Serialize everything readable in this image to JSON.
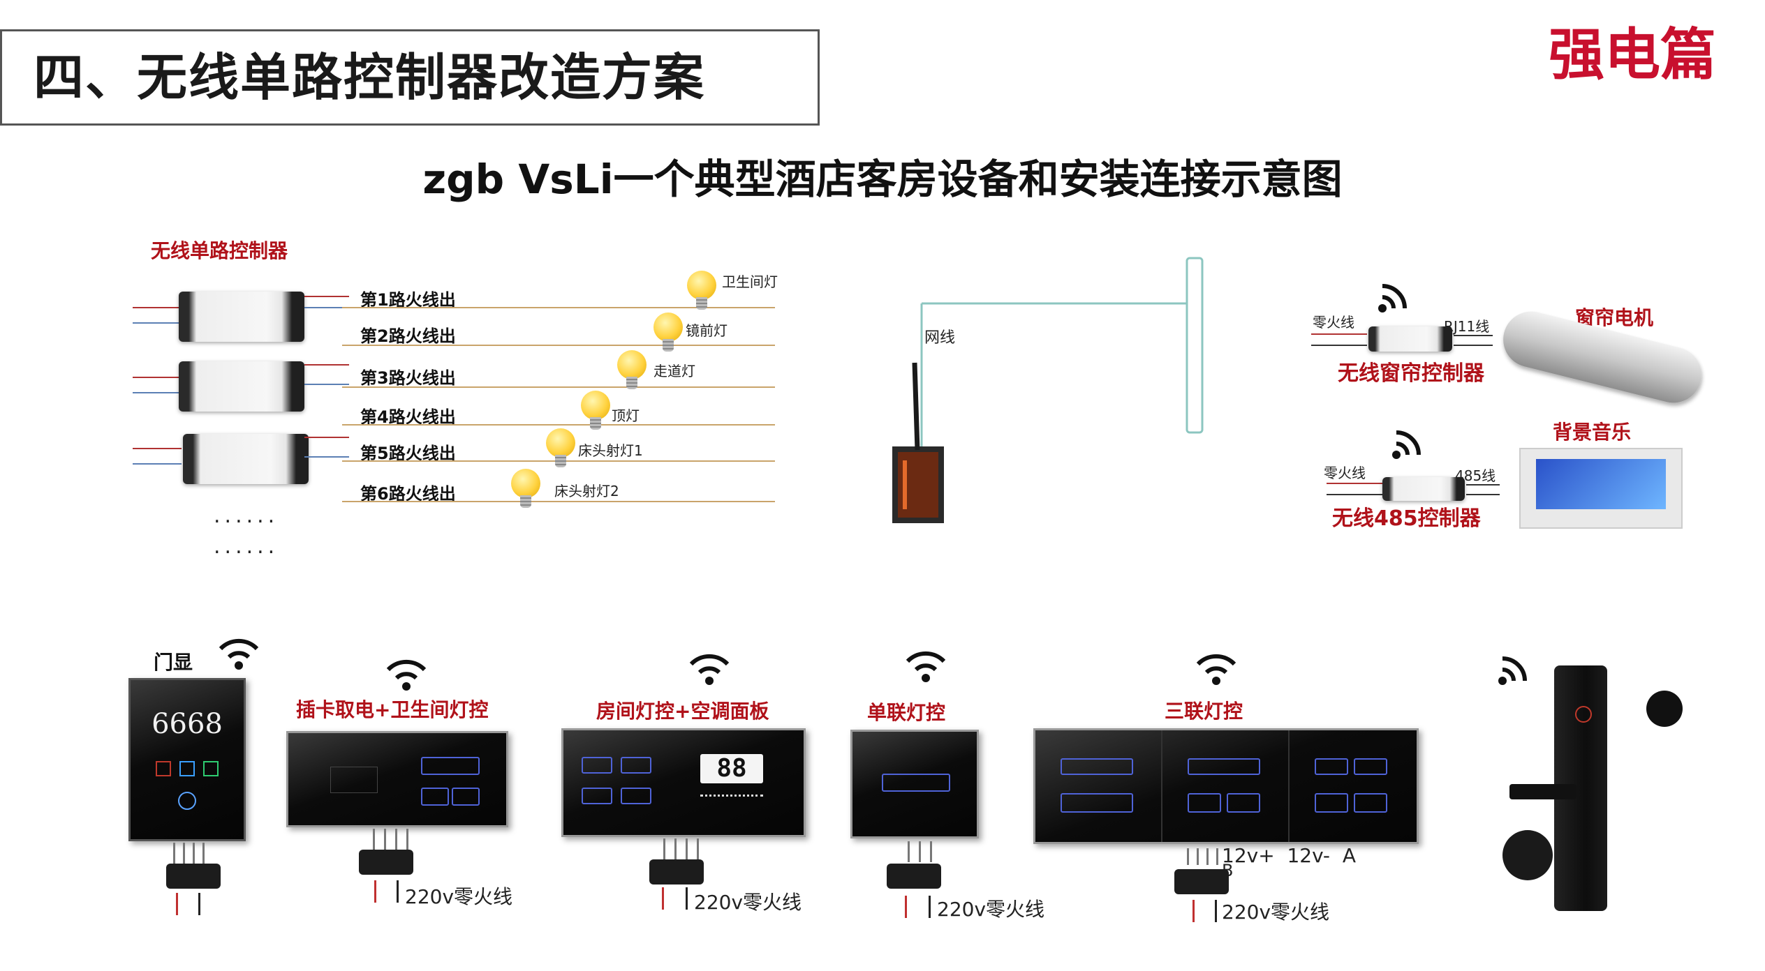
{
  "header": {
    "title": "四、无线单路控制器改造方案",
    "badge": "强电篇",
    "subtitle": "zgb VsLi一个典型酒店客房设备和安装连接示意图"
  },
  "controllers": {
    "label": "无线单路控制器",
    "outputs": [
      "第1路火线出",
      "第2路火线出",
      "第3路火线出",
      "第4路火线出",
      "第5路火线出",
      "第6路火线出"
    ],
    "bulbs": [
      "卫生间灯",
      "镜前灯",
      "走道灯",
      "顶灯",
      "床头射灯1",
      "床头射灯2"
    ],
    "more": "......"
  },
  "gateway": {
    "net_label": "网线"
  },
  "curtain": {
    "left_wire": "零火线",
    "right_wire": "RJ11线",
    "controller": "无线窗帘控制器",
    "device": "窗帘电机"
  },
  "music": {
    "left_wire": "零火线",
    "right_wire": "485线",
    "controller": "无线485控制器",
    "device": "背景音乐"
  },
  "panels": {
    "door": {
      "label": "门显",
      "number": "6668"
    },
    "card": {
      "label": "插卡取电+卫生间灯控"
    },
    "room": {
      "label": "房间灯控+空调面板",
      "display": "88"
    },
    "single": {
      "label": "单联灯控"
    },
    "triple": {
      "label": "三联灯控",
      "bus_label": "12v+  12v-  A",
      "bus_extra": "B"
    },
    "power_label": "220v零火线"
  }
}
